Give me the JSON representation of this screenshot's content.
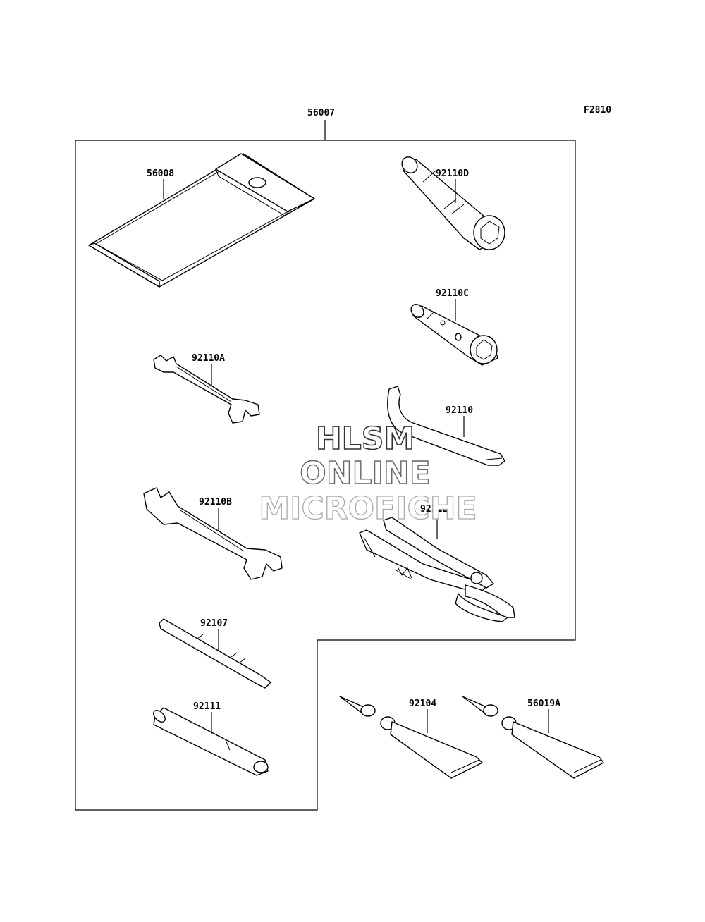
{
  "figure_code": "F2810",
  "kit": {
    "part_no": "56007"
  },
  "parts": [
    {
      "id": "bag",
      "part_no": "56008"
    },
    {
      "id": "box-wrench-d",
      "part_no": "92110D"
    },
    {
      "id": "box-wrench-c",
      "part_no": "92110C"
    },
    {
      "id": "open-wrench-a",
      "part_no": "92110A"
    },
    {
      "id": "hook-wrench",
      "part_no": "92110"
    },
    {
      "id": "open-wrench-b",
      "part_no": "92110B"
    },
    {
      "id": "pliers",
      "part_no": "92112"
    },
    {
      "id": "screwdriver",
      "part_no": "92107"
    },
    {
      "id": "handle",
      "part_no": "92111"
    },
    {
      "id": "grease-tube-1",
      "part_no": "92104"
    },
    {
      "id": "grease-tube-2",
      "part_no": "56019A"
    }
  ],
  "watermark": {
    "line1": "HLSM",
    "line2": "ONLINE",
    "line3": "MICROFICHE"
  }
}
